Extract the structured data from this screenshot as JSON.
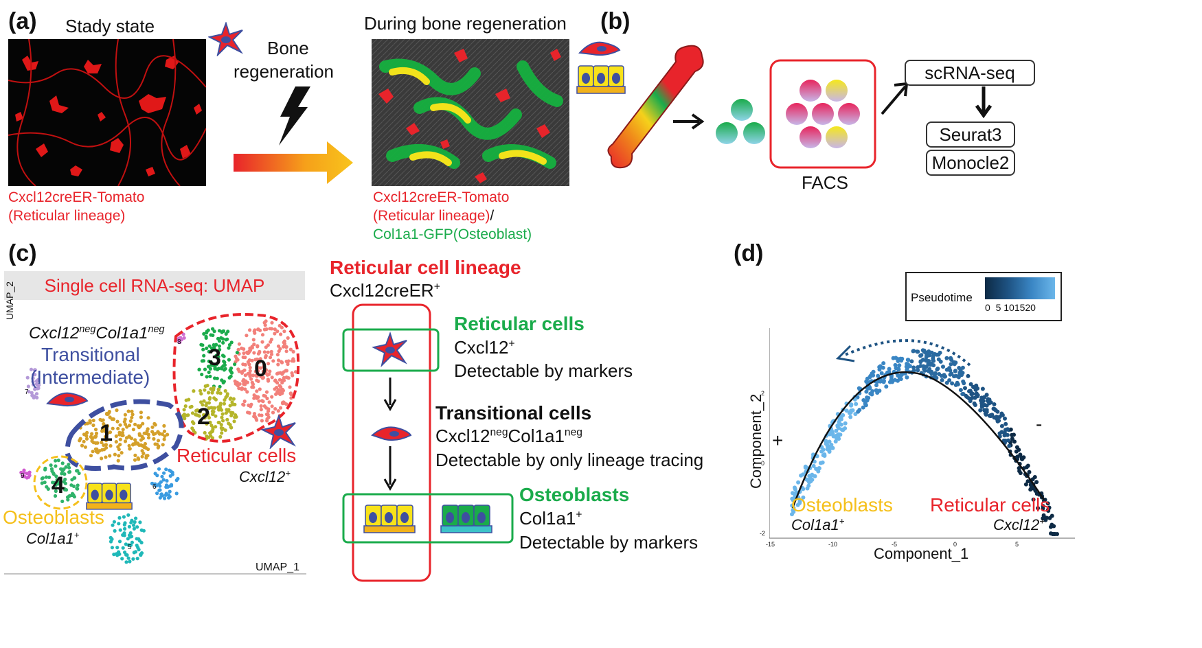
{
  "panel_labels": {
    "a": "(a)",
    "b": "(b)",
    "c": "(c)",
    "d": "(d)"
  },
  "panel_a": {
    "left_title": "Stady state",
    "arrow_label_line1": "Bone",
    "arrow_label_line2": "regeneration",
    "right_title": "During bone regeneration",
    "left_caption_line1": "Cxcl12creER-Tomato",
    "left_caption_line2": "(Reticular lineage)",
    "right_caption_line1": "Cxcl12creER-Tomato",
    "right_caption_line2": "(Reticular lineage)",
    "right_caption_slash": "/",
    "right_caption_line3": "Col1a1-GFP(Osteoblast)"
  },
  "panel_b": {
    "facs_label": "FACS",
    "scrna_label": "scRNA-seq",
    "seurat_label": "Seurat3",
    "monocle_label": "Monocle2"
  },
  "panel_c": {
    "umap_title": "Single cell RNA-seq: UMAP",
    "y_axis": "UMAP_2",
    "x_axis": "UMAP_1",
    "neg_gene1": "Cxcl12",
    "neg_sup1": "neg",
    "neg_gene2": "Col1a1",
    "neg_sup2": "neg",
    "transitional_line1": "Transitional",
    "transitional_line2": "(Intermediate)",
    "cluster_0": "0",
    "cluster_1": "1",
    "cluster_2": "2",
    "cluster_3": "3",
    "cluster_4": "4",
    "small_clusters": [
      "5",
      "6",
      "7",
      "8",
      "9"
    ],
    "reticular_label": "Reticular cells",
    "reticular_gene": "Cxcl12",
    "reticular_sup": "+",
    "osteo_label": "Osteoblasts",
    "osteo_gene": "Col1a1",
    "osteo_sup": "+",
    "lineage_title": "Reticular cell lineage",
    "lineage_sub": "Cxcl12creER",
    "lineage_sup": "+",
    "step1_title": "Reticular cells",
    "step1_marker": "Cxcl12",
    "step1_sup": "+",
    "step1_desc": "Detectable by markers",
    "step2_title": "Transitional cells",
    "step2_m1": "Cxcl12",
    "step2_s1": "neg",
    "step2_m2": "Col1a1",
    "step2_s2": "neg",
    "step2_desc": "Detectable by only lineage tracing",
    "step3_title": "Osteoblasts",
    "step3_marker": "Col1a1",
    "step3_sup": "+",
    "step3_desc": "Detectable by markers"
  },
  "panel_d": {
    "legend_title": "Pseudotime",
    "legend_ticks": "0  5 101520",
    "x_label": "Component_1",
    "y_label": "Component_2",
    "x_ticks": [
      "-15",
      "-10",
      "-5",
      "0",
      "5"
    ],
    "y_ticks": [
      "2",
      "0",
      "-2"
    ],
    "plus": "+",
    "minus": "-",
    "osteo_label": "Osteoblasts",
    "osteo_gene": "Col1a1",
    "osteo_sup": "+",
    "reticular_label": "Reticular cells",
    "reticular_gene": "Cxcl12",
    "reticular_sup": "+"
  },
  "colors": {
    "red": "#e8242b",
    "green": "#1aab4b",
    "blue": "#3e4fa0",
    "yellow": "#f5c01b",
    "navy": "#0d2a45",
    "light_blue": "#5aa8e0"
  }
}
